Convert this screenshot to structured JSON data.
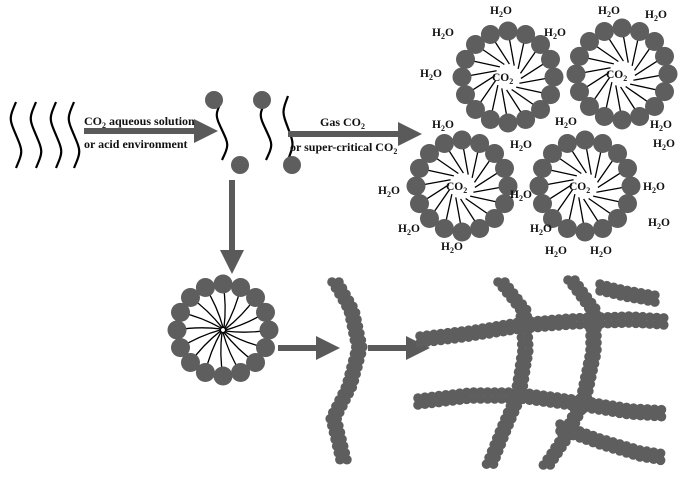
{
  "colors": {
    "bead": "#5e5e5e",
    "arrow": "#5a5a5a",
    "line": "#000000",
    "text": "#111111"
  },
  "arrow_labels": {
    "step1_line1_prefix": "CO",
    "step1_line1_sub": "2",
    "step1_line1_suffix": " aqueous solution",
    "step1_line2": "or acid environment",
    "step2_line1_prefix": "Gas CO",
    "step2_line1_sub": "2",
    "step2_line2_prefix": "or super-critical CO",
    "step2_line2_sub": "2"
  },
  "micelle_core": {
    "prefix": "CO",
    "sub": "2"
  },
  "water": {
    "prefix": "H",
    "sub": "2",
    "suffix": "O"
  },
  "icons": [
    "wavy-surfactant-chain-icon",
    "head-group-bead-icon",
    "arrow-icon"
  ]
}
